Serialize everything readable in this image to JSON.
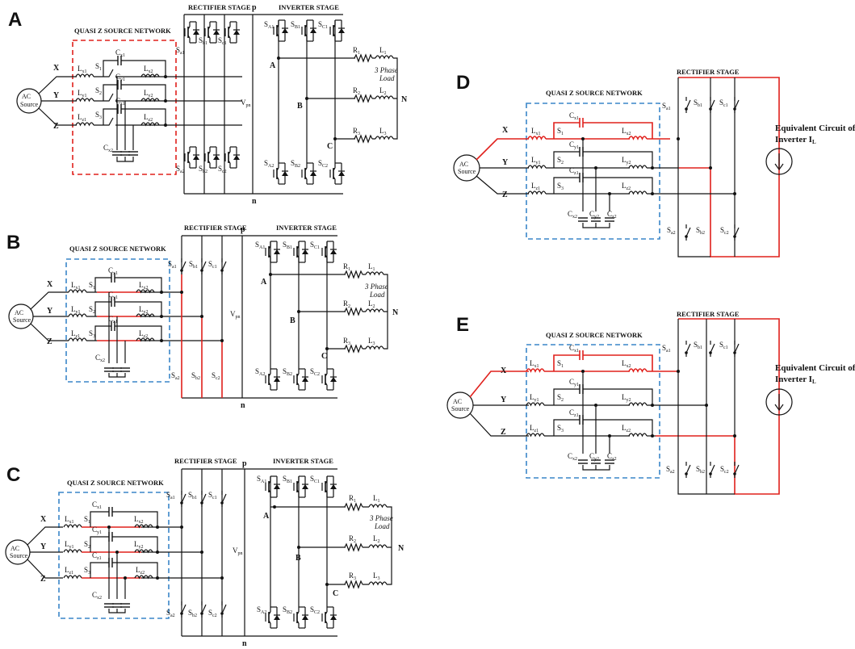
{
  "panels": {
    "A": {
      "letter": "A",
      "network": "QUASI Z SOURCE NETWORK",
      "rectifier": "RECTIFIER STAGE",
      "inverter": "INVERTER STAGE"
    },
    "B": {
      "letter": "B",
      "network": "QUASI Z SOURCE NETWORK",
      "rectifier": "RECTIFIER STAGE",
      "inverter": "INVERTER STAGE"
    },
    "C": {
      "letter": "C",
      "network": "QUASI Z SOURCE NETWORK",
      "rectifier": "RECTIFIER STAGE",
      "inverter": "INVERTER STAGE"
    },
    "D": {
      "letter": "D",
      "network": "QUASI  Z SOURCE NETWORK",
      "rectifier": "RECTIFIER STAGE",
      "equivalent": "Equivalent Circuit of",
      "equivalent2": "Inverter I",
      "equivalent_sub": "L"
    },
    "E": {
      "letter": "E",
      "network": "QUASI  Z SOURCE  NETWORK",
      "rectifier": "RECTIFIER STAGE",
      "equivalent": "Equivalent Circuit of",
      "equivalent2": "Inverter I",
      "equivalent_sub": "L"
    }
  },
  "labels": {
    "source_ac": "AC",
    "source_word": "Source",
    "phase_x": "X",
    "phase_y": "Y",
    "phase_z": "Z",
    "node_p": "p",
    "node_n": "n",
    "vpn": "V",
    "vpn_sub": "pn",
    "node_a": "A",
    "node_b": "B",
    "node_c": "C",
    "node_n_load": "N",
    "load_line1": "3 Phase",
    "load_line2": "Load",
    "r1": "R",
    "r1_sub": "1",
    "r2": "R",
    "r2_sub": "2",
    "r3": "R",
    "r3_sub": "3",
    "l1": "L",
    "l1_sub": "1",
    "l2": "L",
    "l2_sub": "2",
    "l3": "L",
    "l3_sub": "3",
    "s1": "S",
    "s1_sub": "1",
    "s2": "S",
    "s2_sub": "2",
    "s3": "S",
    "s3_sub": "3",
    "sa1": "S",
    "sa1_sub": "a1",
    "sb1": "S",
    "sb1_sub": "b1",
    "sc1": "S",
    "sc1_sub": "c1",
    "sa2": "S",
    "sa2_sub": "a2",
    "sb2": "S",
    "sb2_sub": "b2",
    "sc2": "S",
    "sc2_sub": "c2",
    "SA1": "S",
    "SA1_sub": "A1",
    "SB1": "S",
    "SB1_sub": "B1",
    "SC1": "S",
    "SC1_sub": "C1",
    "SA2": "S",
    "SA2_sub": "A2",
    "SB2": "S",
    "SB2_sub": "B2",
    "SC2": "S",
    "SC2_sub": "C2",
    "lx1": "L",
    "lx1_sub": "x1",
    "ly1": "L",
    "ly1_sub": "y1",
    "lz1": "L",
    "lz1_sub": "z1",
    "lx2": "L",
    "lx2_sub": "x2",
    "ly2": "L",
    "ly2_sub": "y2",
    "lz2": "L",
    "lz2_sub": "z2",
    "cx1": "C",
    "cx1_sub": "x1",
    "cy1": "C",
    "cy1_sub": "y1",
    "cz1": "C",
    "cz1_sub": "z1",
    "cx2": "C",
    "cx2_sub": "x2",
    "cy2": "C",
    "cy2_sub": "y2",
    "cz2": "C",
    "cz2_sub": "z2"
  },
  "colors": {
    "wire": "#111111",
    "highlight": "#e0201c",
    "box_red": "#e0201c",
    "box_blue": "#3a86c8"
  }
}
